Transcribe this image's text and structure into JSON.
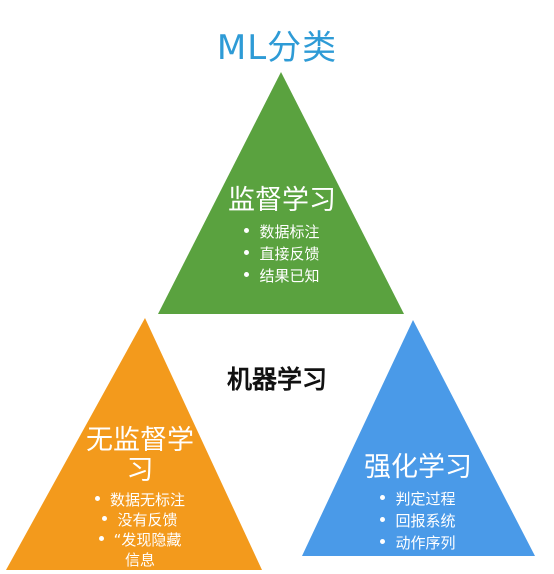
{
  "title": "ML分类",
  "center_label": "机器学习",
  "colors": {
    "title": "#2E9BD6",
    "supervised": "#5AA23F",
    "unsupervised": "#F39A1C",
    "reinforcement": "#4A9AE8",
    "text_on_shape": "#FFFFFF"
  },
  "triangles": [
    {
      "id": "supervised",
      "heading": "监督学习",
      "items": [
        "数据标注",
        "直接反馈",
        "结果已知"
      ]
    },
    {
      "id": "unsupervised",
      "heading_line1": "无监督学",
      "heading_line2": "习",
      "items": [
        "数据无标注",
        "没有反馈",
        "“发现隐藏",
        "信息"
      ]
    },
    {
      "id": "reinforcement",
      "heading": "强化学习",
      "items": [
        "判定过程",
        "回报系统",
        "动作序列"
      ]
    }
  ]
}
